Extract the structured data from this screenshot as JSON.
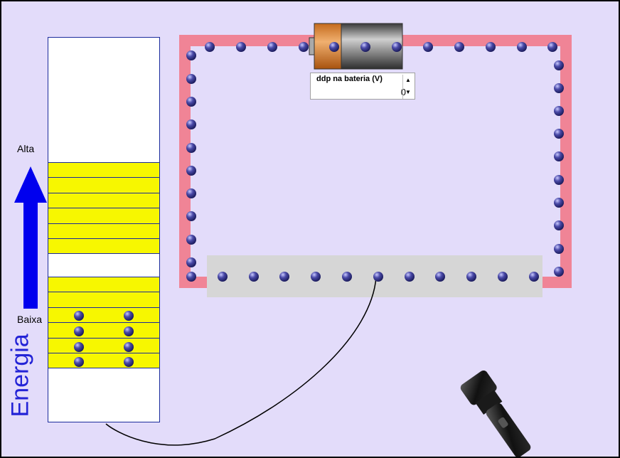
{
  "energy_diagram": {
    "high_label": "Alta",
    "low_label": "Baixa",
    "axis_label": "Energia"
  },
  "battery_control": {
    "label": "ddp na bateria (V)",
    "value": "0"
  },
  "colors": {
    "background": "#e3dcfa",
    "wire": "#f08496",
    "electron": "#3b3b9c",
    "band": "#f7f700",
    "arrow": "#0000ee",
    "bulb_region": "#d6d6d6"
  },
  "icons": [
    "battery-icon",
    "flashlight-icon",
    "up-arrow-icon",
    "electron-icon"
  ]
}
